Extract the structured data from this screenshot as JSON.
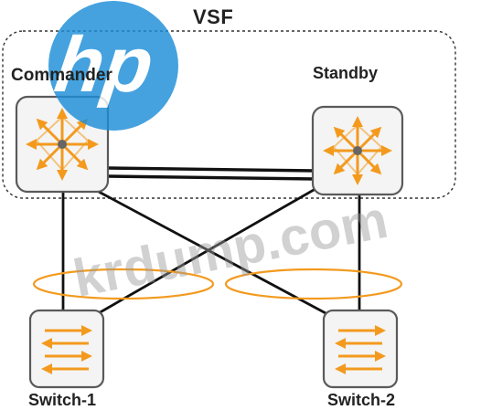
{
  "diagram": {
    "vsf_label": "VSF",
    "commander_label": "Commander",
    "standby_label": "Standby",
    "switch1_label": "Switch-1",
    "switch2_label": "Switch-2"
  },
  "logo": {
    "brand_text": "hp",
    "watermark_text": "krdump.com"
  },
  "colors": {
    "accent_orange": "#f39a1e",
    "logo_blue": "#1d8ed8",
    "device_border": "#5a5a5a",
    "link": "#111111"
  },
  "icons": {
    "core": "core-switch-router-icon",
    "access": "access-switch-arrows-icon"
  }
}
